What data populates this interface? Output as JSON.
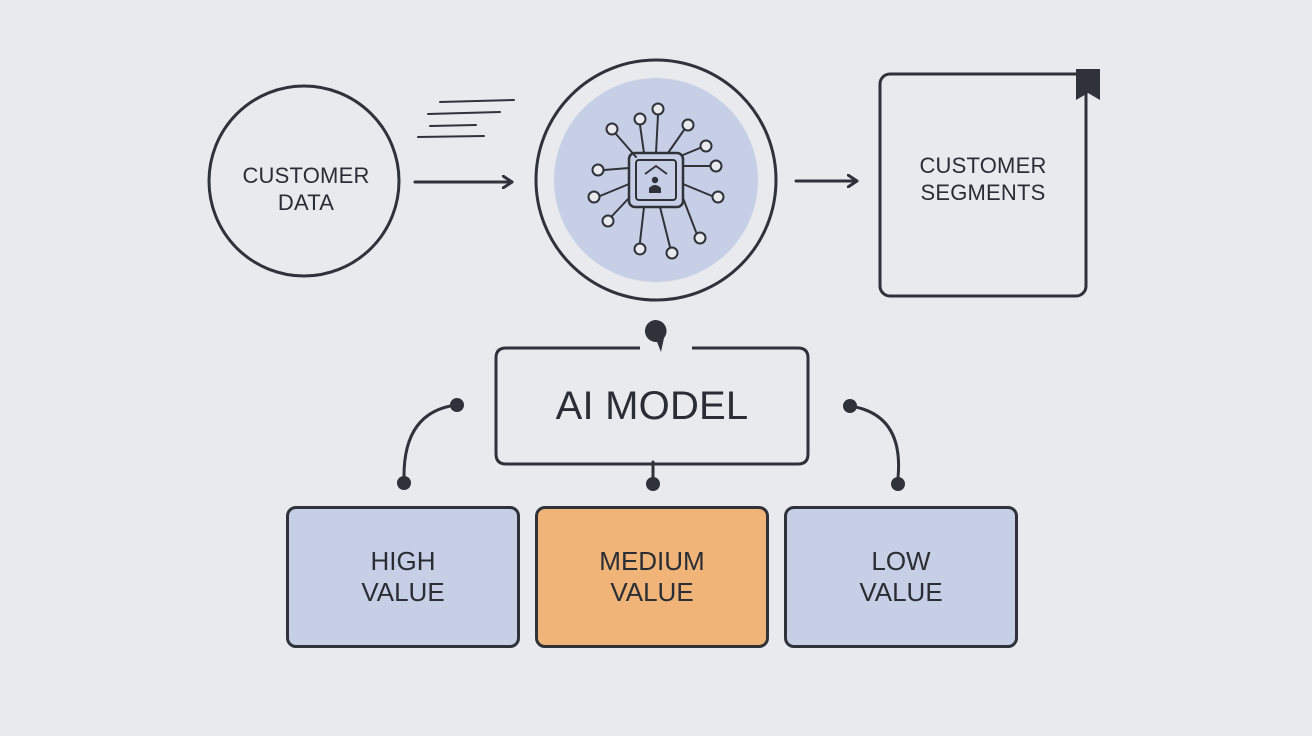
{
  "nodes": {
    "customer_data": [
      "CUSTOMER",
      "DATA"
    ],
    "customer_segments": [
      "CUSTOMER",
      "SEGMENTS"
    ],
    "ai_model": "AI MODEL",
    "high_value": [
      "HIGH",
      "VALUE"
    ],
    "medium_value": [
      "MEDIUM",
      "VALUE"
    ],
    "low_value": [
      "LOW",
      "VALUE"
    ]
  },
  "icons": {
    "processor": "circuit-chip-icon",
    "person": "person-icon",
    "marker": "map-pin-icon",
    "bookmark": "bookmark-icon"
  },
  "colors": {
    "stroke": "#2f3238",
    "circle_fill": "#c6cfe6",
    "high_fill": "#c6cfe6",
    "medium_fill": "#f0b478",
    "low_fill": "#c6cfe6",
    "background": "#e8eaee"
  }
}
